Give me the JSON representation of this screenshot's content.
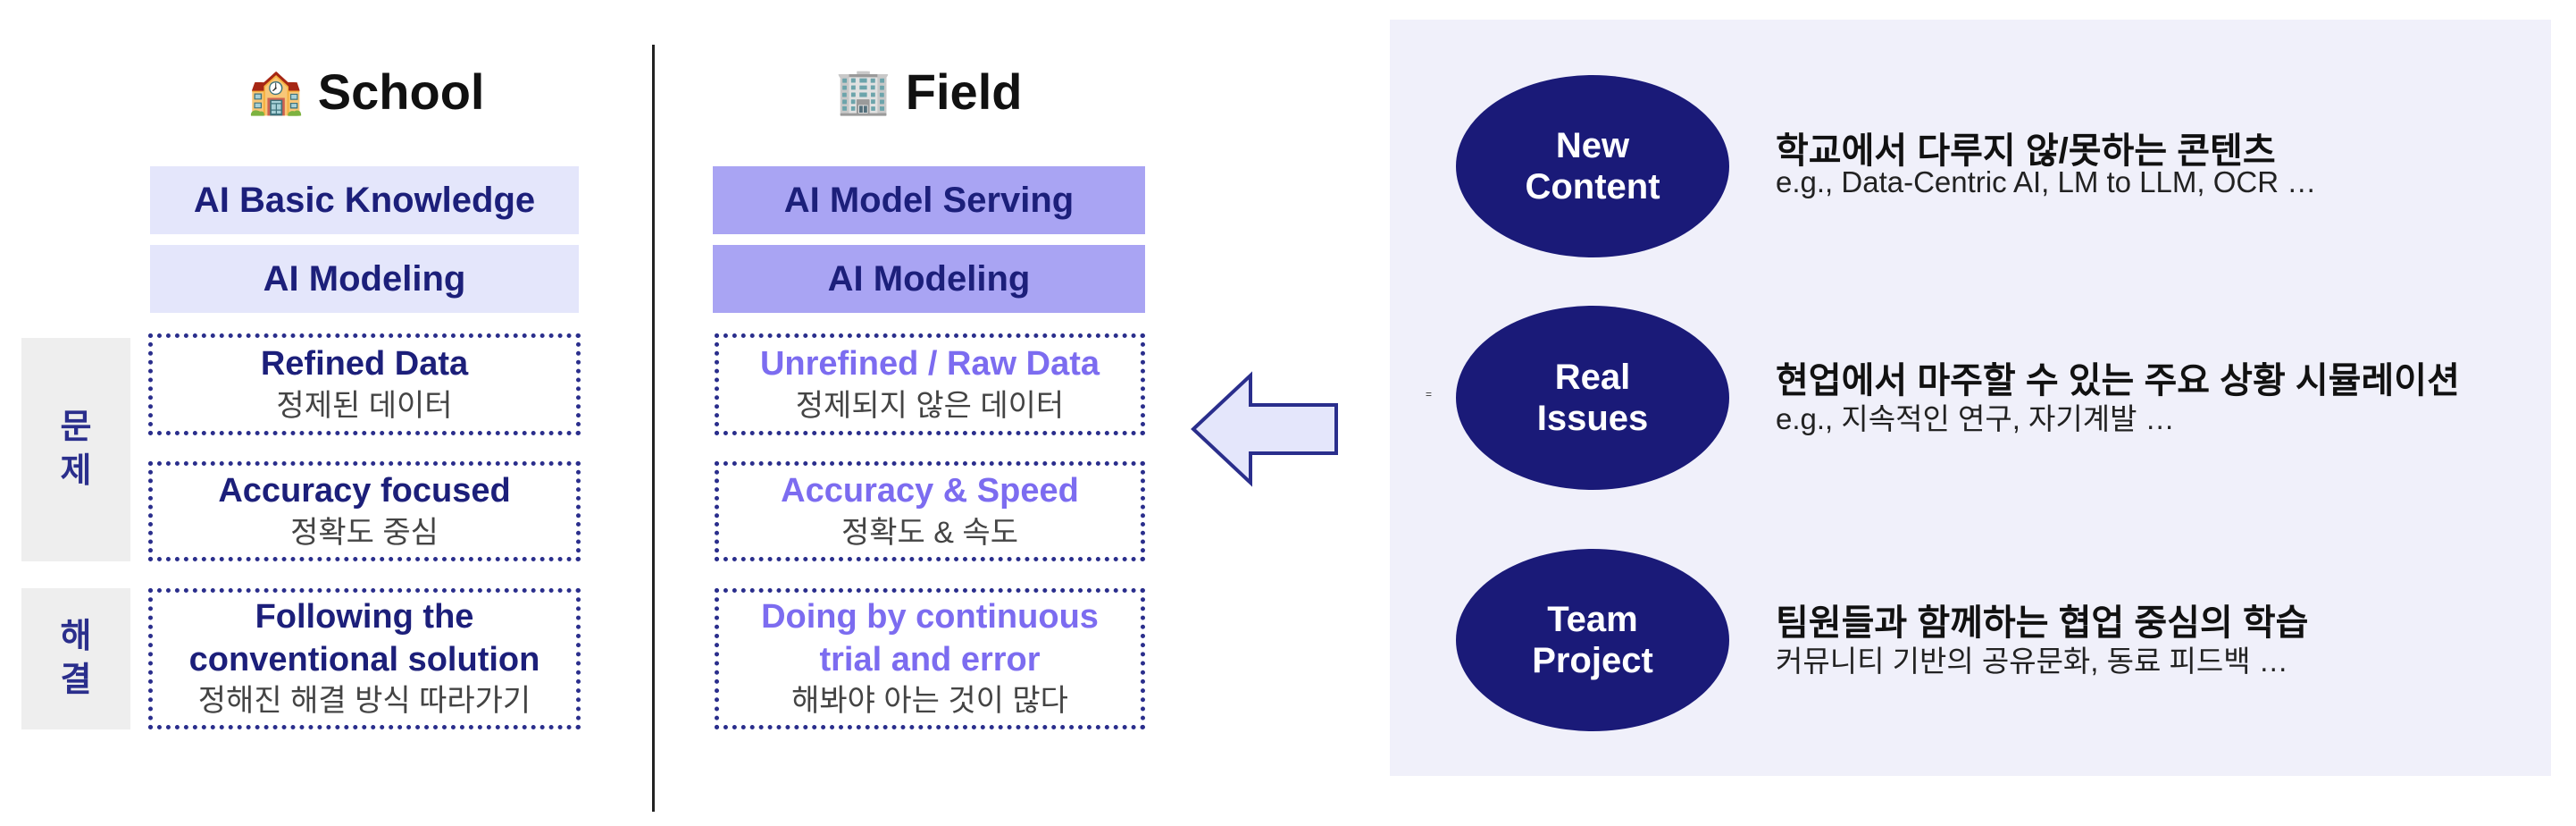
{
  "school": {
    "emoji": "🏫",
    "title": "School",
    "basic_knowledge": "AI Basic Knowledge",
    "modeling": "AI Modeling",
    "data_main": "Refined Data",
    "data_sub": "정제된 데이터",
    "accuracy_main": "Accuracy focused",
    "accuracy_sub": "정확도 중심",
    "solution_main_1": "Following the",
    "solution_main_2": "conventional solution",
    "solution_sub": "정해진 해결 방식 따라가기"
  },
  "field": {
    "emoji": "🏢",
    "title": "Field",
    "serving": "AI Model Serving",
    "modeling": "AI Modeling",
    "data_main": "Unrefined / Raw Data",
    "data_sub": "정제되지 않은 데이터",
    "accuracy_main": "Accuracy & Speed",
    "accuracy_sub": "정확도 & 속도",
    "solution_main_1": "Doing by continuous",
    "solution_main_2": "trial and error",
    "solution_sub": "해봐야 아는 것이 많다"
  },
  "side_labels": {
    "problem_1": "문",
    "problem_2": "제",
    "solution_1": "해",
    "solution_2": "결"
  },
  "mini_mark": "=",
  "items": [
    {
      "ellipse_line1": "New",
      "ellipse_line2": "Content",
      "title": "학교에서 다루지 않/못하는 콘텐츠",
      "desc": "e.g., Data-Centric AI, LM to LLM, OCR …"
    },
    {
      "ellipse_line1": "Real",
      "ellipse_line2": "Issues",
      "title": "현업에서 마주할 수 있는 주요 상황 시뮬레이션",
      "desc": "e.g., 지속적인 연구, 자기계발 …"
    },
    {
      "ellipse_line1": "Team",
      "ellipse_line2": "Project",
      "title": "팀원들과 함께하는 협업 중심의 학습",
      "desc": "커뮤니티 기반의 공유문화, 동료 피드백 …"
    }
  ],
  "colors": {
    "navy": "#1a1a78",
    "field_text": "#7c6cf0",
    "school_fill": "#e4e6fb",
    "field_fill": "#a9a4f3",
    "panel": "#f0f0fa"
  }
}
